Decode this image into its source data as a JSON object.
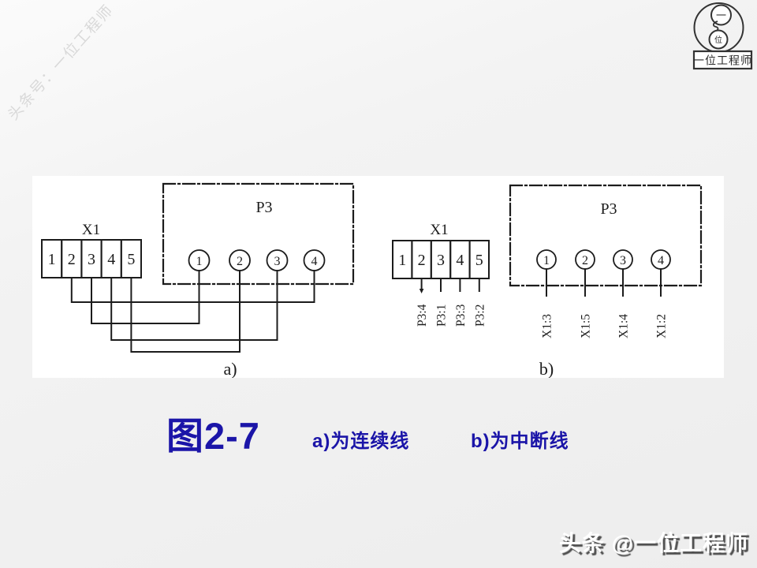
{
  "slide": {
    "watermark": "头条号：一位工程师",
    "footer_badge": "头条 @一位工程师"
  },
  "logo": {
    "top_char": "一",
    "bottom_char": "位",
    "label": "一位工程师"
  },
  "caption": {
    "figure_number": "图2-7",
    "note_a": "a)为连续线",
    "note_b": "b)为中断线"
  },
  "figure": {
    "diagram_a": {
      "caption": "a)",
      "terminal_block": {
        "label": "X1",
        "terminals": [
          "1",
          "2",
          "3",
          "4",
          "5"
        ]
      },
      "device": {
        "label": "P3",
        "pins": [
          "1",
          "2",
          "3",
          "4"
        ]
      },
      "connections": [
        {
          "from": "X1:2",
          "to": "P3:4"
        },
        {
          "from": "X1:3",
          "to": "P3:1"
        },
        {
          "from": "X1:4",
          "to": "P3:3"
        },
        {
          "from": "X1:5",
          "to": "P3:2"
        }
      ]
    },
    "diagram_b": {
      "caption": "b)",
      "terminal_block": {
        "label": "X1",
        "terminals": [
          "1",
          "2",
          "3",
          "4",
          "5"
        ],
        "wire_labels": [
          "P3:4",
          "P3:1",
          "P3:3",
          "P3:2"
        ]
      },
      "device": {
        "label": "P3",
        "pins": [
          "1",
          "2",
          "3",
          "4"
        ],
        "wire_labels": [
          "X1:3",
          "X1:5",
          "X1:4",
          "X1:2"
        ]
      }
    }
  },
  "colors": {
    "caption_blue": "#1b15a8",
    "line": "#1c1c1c",
    "background": "#f1f1f1"
  }
}
